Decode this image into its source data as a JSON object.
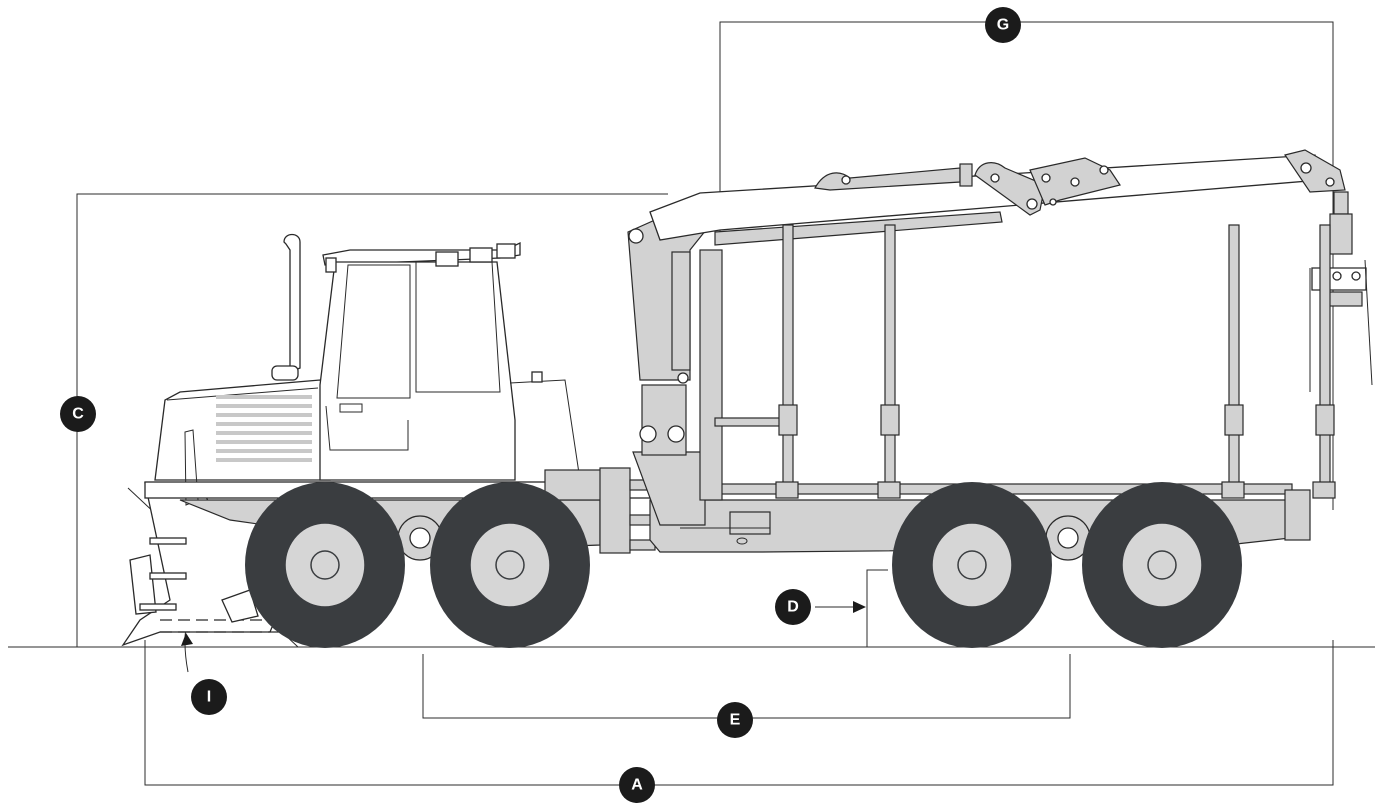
{
  "labels": {
    "A": "A",
    "C": "C",
    "D": "D",
    "E": "E",
    "G": "G",
    "I": "I"
  },
  "colors": {
    "tire": "#3a3d40",
    "machine_fill": "#d2d2d2",
    "badge": "#1b1b1b",
    "line": "#2b2b2b"
  }
}
